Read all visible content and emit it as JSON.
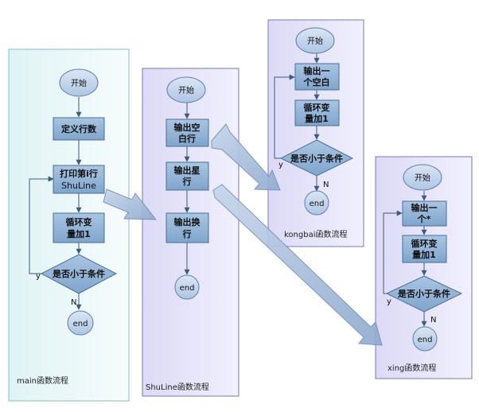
{
  "colors": {
    "box_fill": "#8fb2d4",
    "box_stroke": "#4a6f98",
    "oval_fill": "#c6d7ec",
    "oval_stroke": "#5b7fae",
    "line": "#3e5a82",
    "main_panel": "#eefaf9",
    "main_panel_border": "#7fbfc3",
    "sub_panel": "#e8e6fb",
    "sub_panel_border": "#7b77b5",
    "big_arrow": "#a8bedb",
    "big_arrow_stroke": "#6f8fb8"
  },
  "main": {
    "caption": "main函数流程",
    "start": "开始",
    "steps": [
      "定义行数",
      "打印第i行",
      "ShuLine",
      "循环变",
      "量加1"
    ],
    "decision": "是否小于条件",
    "yes_label": "y",
    "no_label": "N",
    "end": "end"
  },
  "shuline": {
    "caption": "ShuLine函数流程",
    "start": "开始",
    "steps": [
      "输出空",
      "白行",
      "输出星",
      "行",
      "输出换",
      "行"
    ],
    "end": "end"
  },
  "kongbai": {
    "caption": "kongbai函数流程",
    "start": "开始",
    "steps": [
      "输出一",
      "个空白",
      "循环变",
      "量加1"
    ],
    "decision": "是否小于条件",
    "yes_label": "y",
    "no_label": "N",
    "end": "end"
  },
  "xing": {
    "caption": "xing函数流程",
    "start": "开始",
    "steps": [
      "输出一",
      "个*",
      "循环变",
      "量加1"
    ],
    "decision": "是否小于条件",
    "yes_label": "y",
    "no_label": "N",
    "end": "end"
  }
}
